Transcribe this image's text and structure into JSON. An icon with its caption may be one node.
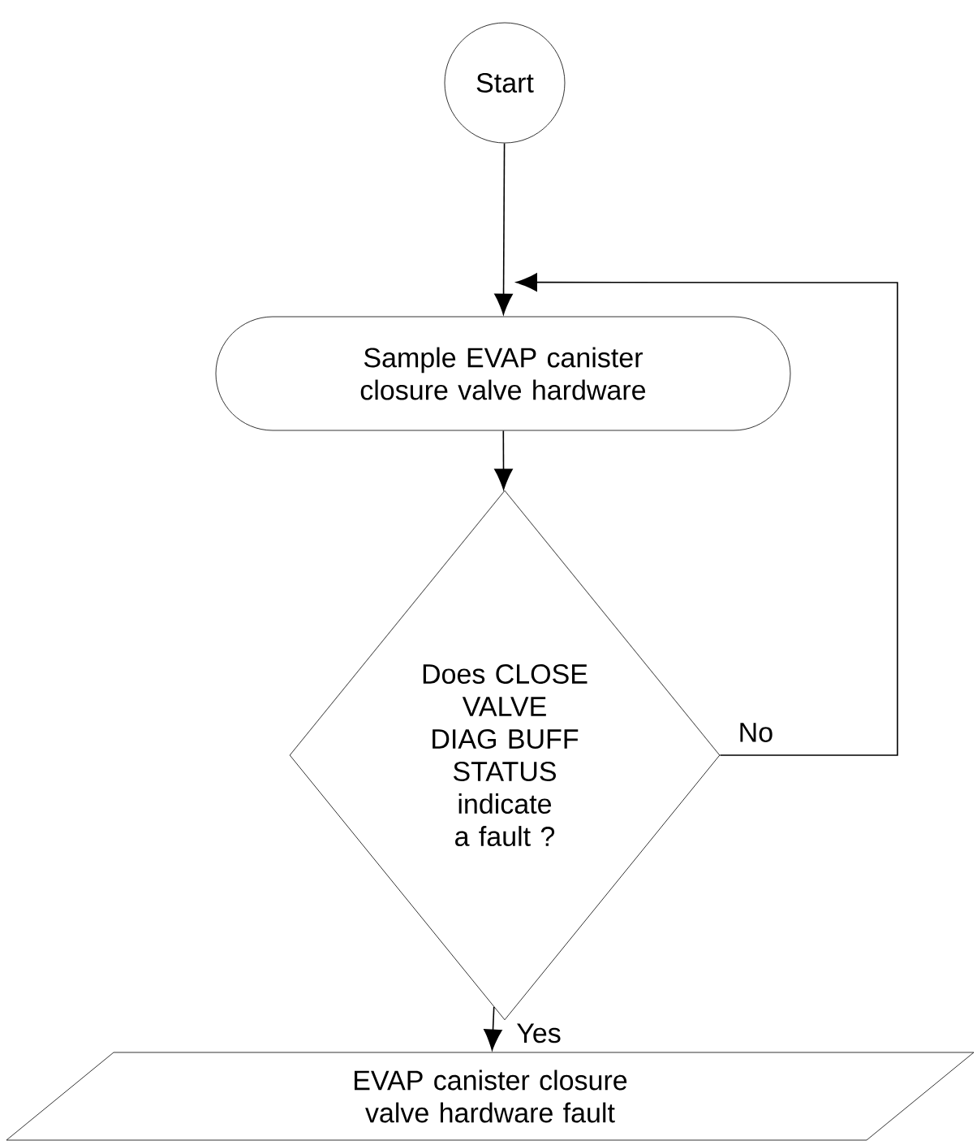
{
  "diagram": {
    "nodes": [
      {
        "text": [
          "Start"
        ]
      },
      {
        "text": [
          "Sample EVAP canister closure valve hardware"
        ]
      },
      {
        "text": [
          "Does CLOSE VALVE DIAG BUFF STATUS indicate a fault ?"
        ]
      },
      {
        "text": [
          "EVAP canister closure valve hardware fault"
        ]
      }
    ],
    "edges": [
      {
        "from": 0,
        "to": 1,
        "arrow": "to"
      },
      {
        "from": 1,
        "to": 2,
        "arrow": "to"
      },
      {
        "from": 2,
        "to": 1,
        "arrow": "to",
        "label": "No"
      },
      {
        "from": 2,
        "to": 3,
        "arrow": "to",
        "label": "Yes"
      }
    ]
  }
}
